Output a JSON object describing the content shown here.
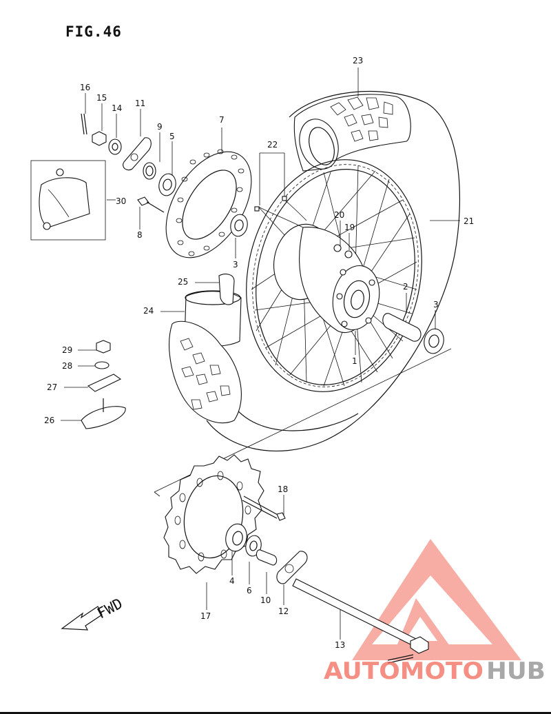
{
  "figure_title": "FIG.46",
  "fwd_label": "FWD",
  "callouts": {
    "c1": "1",
    "c2": "2",
    "c3a": "3",
    "c3b": "3",
    "c4": "4",
    "c5": "5",
    "c6": "6",
    "c7": "7",
    "c8": "8",
    "c9": "9",
    "c10": "10",
    "c11": "11",
    "c12": "12",
    "c13": "13",
    "c14": "14",
    "c15": "15",
    "c16": "16",
    "c17": "17",
    "c18": "18",
    "c19": "19",
    "c20": "20",
    "c21": "21",
    "c22": "22",
    "c23": "23",
    "c24": "24",
    "c25": "25",
    "c26": "26",
    "c27": "27",
    "c28": "28",
    "c29": "29",
    "c30": "30"
  },
  "watermark": {
    "part1": "AUTOMOTO",
    "part2": "HUB",
    "color_primary": "#f26a5a",
    "color_secondary": "#9a9a9a"
  }
}
